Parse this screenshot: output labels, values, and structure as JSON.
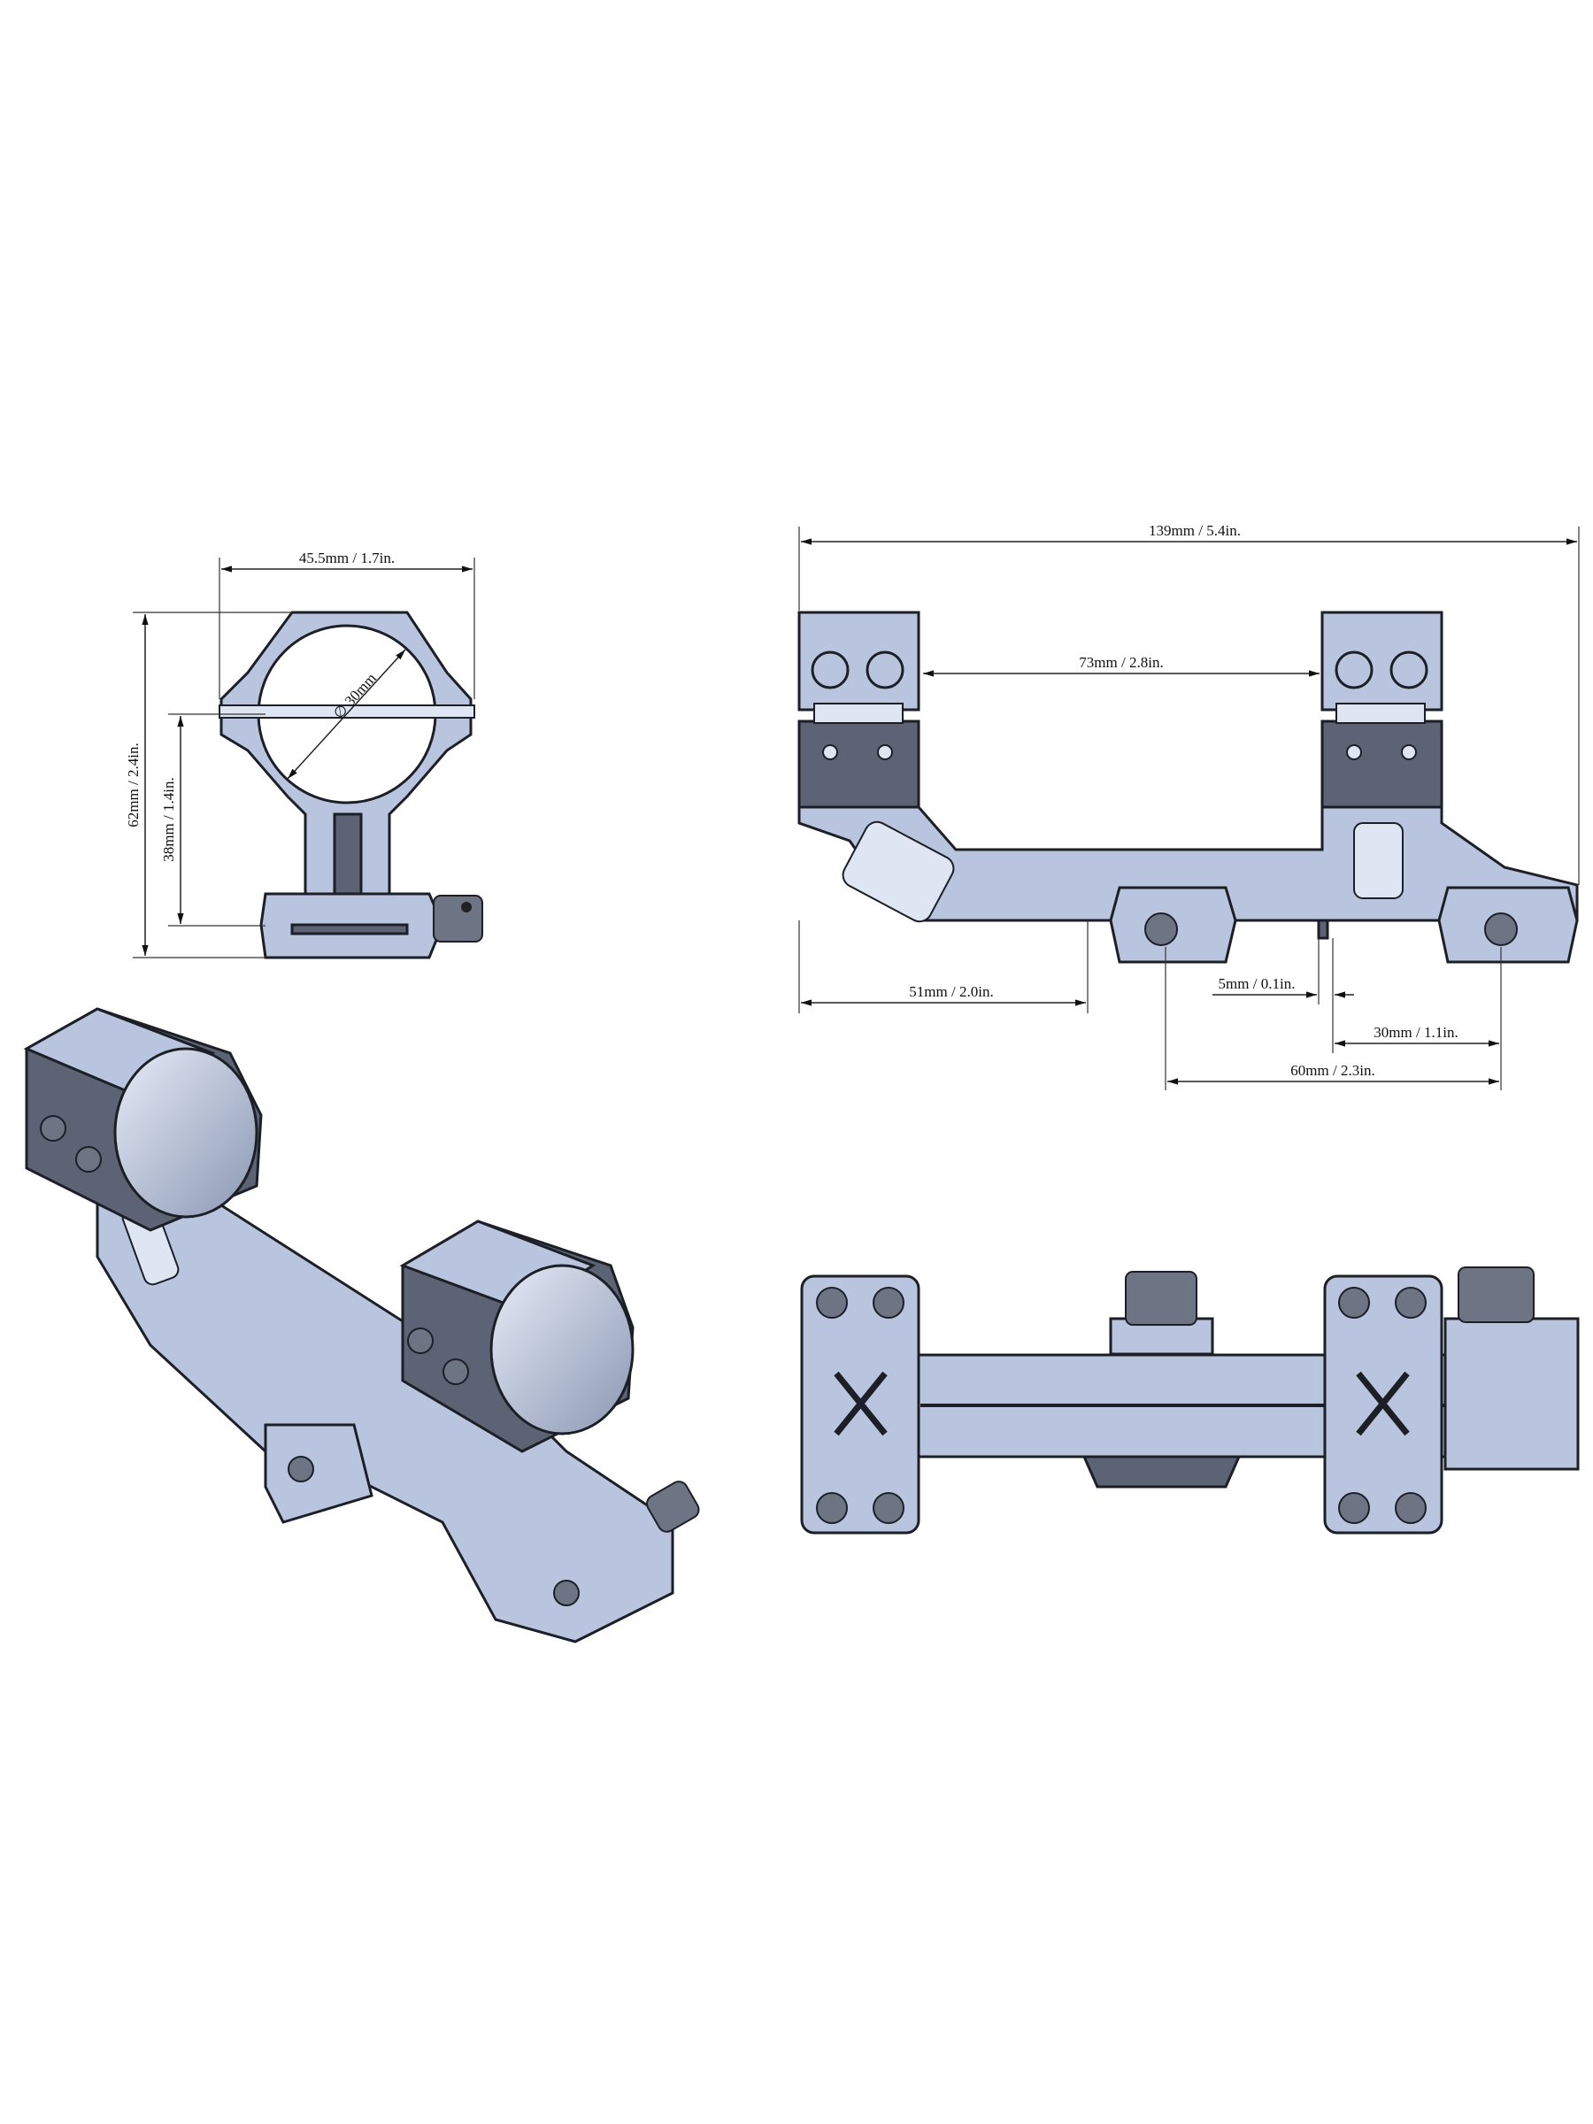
{
  "title": "Scope mount dimension drawing",
  "colors": {
    "body": "#b9c5de",
    "shadow": "#5b6374",
    "line": "#1c1f26"
  },
  "front_view": {
    "width_label": "45.5mm / 1.7in.",
    "height_label": "62mm / 2.4in.",
    "center_height_label": "38mm / 1.4in.",
    "diameter_label": "∅ 30mm"
  },
  "side_view": {
    "length_label": "139mm / 5.4in.",
    "ring_spacing_label": "73mm / 2.8in.",
    "offset_label": "51mm / 2.0in.",
    "lug_label": "5mm / 0.1in.",
    "lug_to_clamp_label": "30mm / 1.1in.",
    "clamp_spacing_label": "60mm / 2.3in."
  }
}
